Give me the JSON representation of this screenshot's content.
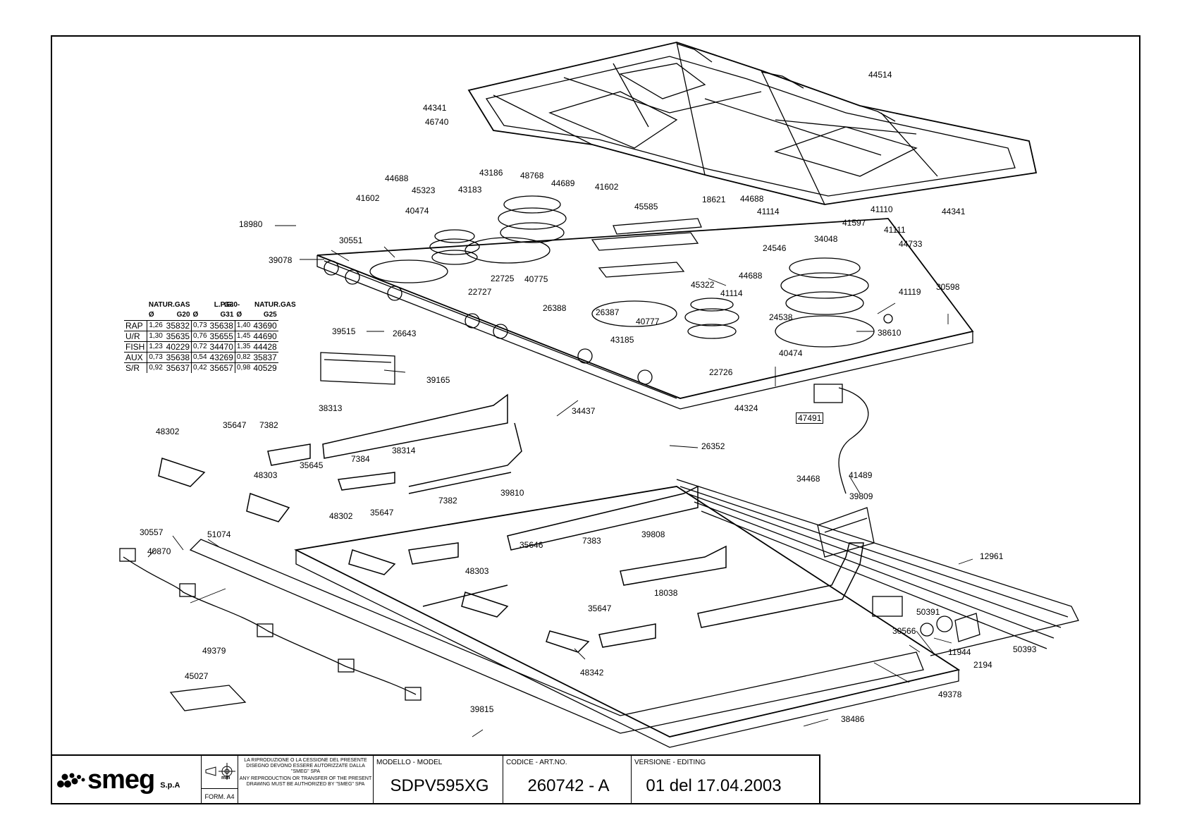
{
  "parts": [
    {
      "id": "p44514",
      "text": "44514"
    },
    {
      "id": "p44341a",
      "text": "44341"
    },
    {
      "id": "p46740",
      "text": "46740"
    },
    {
      "id": "p44341b",
      "text": "44341"
    },
    {
      "id": "p44688a",
      "text": "44688"
    },
    {
      "id": "p45323",
      "text": "45323"
    },
    {
      "id": "p43186",
      "text": "43186"
    },
    {
      "id": "p48768",
      "text": "48768"
    },
    {
      "id": "p44689",
      "text": "44689"
    },
    {
      "id": "p41602a",
      "text": "41602"
    },
    {
      "id": "p41602b",
      "text": "41602"
    },
    {
      "id": "p40474a",
      "text": "40474"
    },
    {
      "id": "p43183",
      "text": "43183"
    },
    {
      "id": "p45585",
      "text": "45585"
    },
    {
      "id": "p18621",
      "text": "18621"
    },
    {
      "id": "p44688b",
      "text": "44688"
    },
    {
      "id": "p41114a",
      "text": "41114"
    },
    {
      "id": "p41110",
      "text": "41110"
    },
    {
      "id": "p41597",
      "text": "41597"
    },
    {
      "id": "p41111",
      "text": "41111"
    },
    {
      "id": "p44733",
      "text": "44733"
    },
    {
      "id": "p18980",
      "text": "18980"
    },
    {
      "id": "p30551",
      "text": "30551"
    },
    {
      "id": "p39078",
      "text": "39078"
    },
    {
      "id": "p24546",
      "text": "24546"
    },
    {
      "id": "p34048",
      "text": "34048"
    },
    {
      "id": "p22725",
      "text": "22725"
    },
    {
      "id": "p40775",
      "text": "40775"
    },
    {
      "id": "p22727",
      "text": "22727"
    },
    {
      "id": "p44688c",
      "text": "44688"
    },
    {
      "id": "p45322",
      "text": "45322"
    },
    {
      "id": "p41119",
      "text": "41119"
    },
    {
      "id": "p30598",
      "text": "30598"
    },
    {
      "id": "p26388",
      "text": "26388"
    },
    {
      "id": "p26387",
      "text": "26387"
    },
    {
      "id": "p40777",
      "text": "40777"
    },
    {
      "id": "p41114b",
      "text": "41114"
    },
    {
      "id": "p24538",
      "text": "24538"
    },
    {
      "id": "p38610",
      "text": "38610"
    },
    {
      "id": "p39515",
      "text": "39515"
    },
    {
      "id": "p26643",
      "text": "26643"
    },
    {
      "id": "p43185",
      "text": "43185"
    },
    {
      "id": "p40474b",
      "text": "40474"
    },
    {
      "id": "p22726",
      "text": "22726"
    },
    {
      "id": "p39165",
      "text": "39165"
    },
    {
      "id": "p44324",
      "text": "44324"
    },
    {
      "id": "p47491",
      "text": "47491"
    },
    {
      "id": "p38313",
      "text": "38313"
    },
    {
      "id": "p34437",
      "text": "34437"
    },
    {
      "id": "p48302a",
      "text": "48302"
    },
    {
      "id": "p35647a",
      "text": "35647"
    },
    {
      "id": "p7382a",
      "text": "7382"
    },
    {
      "id": "p26352",
      "text": "26352"
    },
    {
      "id": "p38314",
      "text": "38314"
    },
    {
      "id": "p7384",
      "text": "7384"
    },
    {
      "id": "p35645",
      "text": "35645"
    },
    {
      "id": "p48303a",
      "text": "48303"
    },
    {
      "id": "p34468",
      "text": "34468"
    },
    {
      "id": "p41489",
      "text": "41489"
    },
    {
      "id": "p7382b",
      "text": "7382"
    },
    {
      "id": "p39810",
      "text": "39810"
    },
    {
      "id": "p39809",
      "text": "39809"
    },
    {
      "id": "p48302b",
      "text": "48302"
    },
    {
      "id": "p35647b",
      "text": "35647"
    },
    {
      "id": "p30557",
      "text": "30557"
    },
    {
      "id": "p51074",
      "text": "51074"
    },
    {
      "id": "p40870",
      "text": "40870"
    },
    {
      "id": "p39808",
      "text": "39808"
    },
    {
      "id": "p7383",
      "text": "7383"
    },
    {
      "id": "p35646",
      "text": "35646"
    },
    {
      "id": "p12961",
      "text": "12961"
    },
    {
      "id": "p48303b",
      "text": "48303"
    },
    {
      "id": "p18038",
      "text": "18038"
    },
    {
      "id": "p35647c",
      "text": "35647"
    },
    {
      "id": "p50391",
      "text": "50391"
    },
    {
      "id": "p30566",
      "text": "30566"
    },
    {
      "id": "p49379",
      "text": "49379"
    },
    {
      "id": "p50393",
      "text": "50393"
    },
    {
      "id": "p11944",
      "text": "11944"
    },
    {
      "id": "p2194",
      "text": "2194"
    },
    {
      "id": "p48342",
      "text": "48342"
    },
    {
      "id": "p45027",
      "text": "45027"
    },
    {
      "id": "p49378",
      "text": "49378"
    },
    {
      "id": "p39815",
      "text": "39815"
    },
    {
      "id": "p38486",
      "text": "38486"
    }
  ],
  "gas_table": {
    "headers": [
      "NATUR.GAS",
      "L.P.G.",
      "G30-",
      "NATUR.GAS"
    ],
    "subheaders": [
      "Ø",
      "G20",
      "Ø",
      "G31",
      "Ø",
      "G25"
    ],
    "rows": [
      {
        "name": "RAP",
        "cells": [
          "1,26",
          "35832",
          "0,73",
          "35638",
          "1,40",
          "43690"
        ]
      },
      {
        "name": "U/R",
        "cells": [
          "1,30",
          "35635",
          "0,76",
          "35655",
          "1,45",
          "44690"
        ]
      },
      {
        "name": "FISH",
        "cells": [
          "1,23",
          "40229",
          "0,72",
          "34470",
          "1,35",
          "44428"
        ]
      },
      {
        "name": "AUX",
        "cells": [
          "0,73",
          "35638",
          "0,54",
          "43269",
          "0,82",
          "35837"
        ]
      },
      {
        "name": "S/R",
        "cells": [
          "0,92",
          "35637",
          "0,42",
          "35657",
          "0,98",
          "40529"
        ]
      }
    ]
  },
  "title_block": {
    "logo": "smeg",
    "logo_sub": "S.p.A",
    "projection_unit": "mm",
    "form": "FORM. A4",
    "legal_it": "LA RIPRODUZIONE O LA CESSIONE DEL PRESENTE DISEGNO DEVONO ESSERE AUTORIZZATE DALLA \"SMEG\" SPA",
    "legal_en": "ANY REPRODUCTION OR TRANSFER OF THE PRESENT DRAWING MUST BE AUTHORIZED BY \"SMEG\" SPA",
    "model_label": "MODELLO - MODEL",
    "model_value": "SDPV595XG",
    "code_label": "CODICE - ART.NO.",
    "code_value": "260742 - A",
    "version_label": "VERSIONE - EDITING",
    "version_value": "01 del 17.04.2003"
  }
}
